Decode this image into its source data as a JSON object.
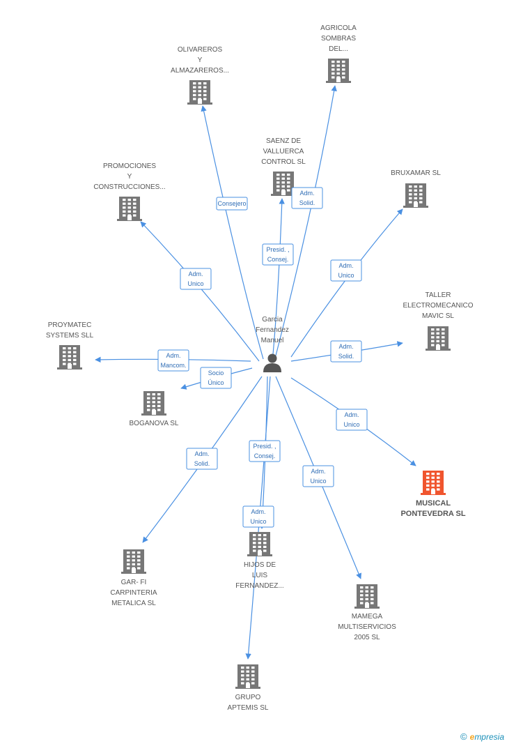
{
  "center": {
    "name_lines": [
      "Garcia",
      "Fernandez",
      "Manuel"
    ],
    "icon": "person-icon"
  },
  "colors": {
    "edge": "#4a90e2",
    "building": "#777777",
    "building_highlight": "#f0552e"
  },
  "companies": [
    {
      "id": "olivareros",
      "lines": [
        "OLIVAREROS",
        "Y",
        "ALMAZAREROS..."
      ],
      "highlight": false,
      "relation": [
        "Consejero"
      ]
    },
    {
      "id": "agricola",
      "lines": [
        "AGRICOLA",
        "SOMBRAS",
        "DEL..."
      ],
      "highlight": false,
      "relation": [
        "Adm.",
        "Solid."
      ]
    },
    {
      "id": "saenz",
      "lines": [
        "SAENZ DE",
        "VALLUERCA",
        "CONTROL SL"
      ],
      "highlight": false,
      "relation": [
        "Presid. ,",
        "Consej."
      ]
    },
    {
      "id": "promociones",
      "lines": [
        "PROMOCIONES",
        "Y",
        "CONSTRUCCIONES..."
      ],
      "highlight": false,
      "relation": [
        "Adm.",
        "Unico"
      ]
    },
    {
      "id": "bruxamar",
      "lines": [
        "BRUXAMAR SL"
      ],
      "highlight": false,
      "relation": [
        "Adm.",
        "Unico"
      ]
    },
    {
      "id": "taller",
      "lines": [
        "TALLER",
        "ELECTROMECANICO",
        "MAVIC SL"
      ],
      "highlight": false,
      "relation": [
        "Adm.",
        "Solid."
      ]
    },
    {
      "id": "proymatec",
      "lines": [
        "PROYMATEC",
        "SYSTEMS  SLL"
      ],
      "highlight": false,
      "relation": [
        "Adm.",
        "Mancom."
      ]
    },
    {
      "id": "boganova",
      "lines": [
        "BOGANOVA SL"
      ],
      "highlight": false,
      "relation": [
        "Socio",
        "Único"
      ]
    },
    {
      "id": "musical",
      "lines": [
        "MUSICAL",
        "PONTEVEDRA SL"
      ],
      "highlight": true,
      "relation": [
        "Adm.",
        "Unico"
      ]
    },
    {
      "id": "garfi",
      "lines": [
        "GAR- FI",
        "CARPINTERIA",
        "METALICA SL"
      ],
      "highlight": false,
      "relation": [
        "Adm.",
        "Solid."
      ]
    },
    {
      "id": "hijos",
      "lines": [
        "HIJOS DE",
        "LUIS",
        "FERNANDEZ..."
      ],
      "highlight": false,
      "relation": [
        "Presid. ,",
        "Consej."
      ]
    },
    {
      "id": "mamega",
      "lines": [
        "MAMEGA",
        "MULTISERVICIOS",
        "2005  SL"
      ],
      "highlight": false,
      "relation": [
        "Adm.",
        "Unico"
      ]
    },
    {
      "id": "grupo",
      "lines": [
        "GRUPO",
        "APTEMIS  SL"
      ],
      "highlight": false,
      "relation": [
        "Adm.",
        "Unico"
      ]
    }
  ],
  "footer": {
    "copyright": "©",
    "brand_initial": "e",
    "brand_rest": "mpresia"
  }
}
